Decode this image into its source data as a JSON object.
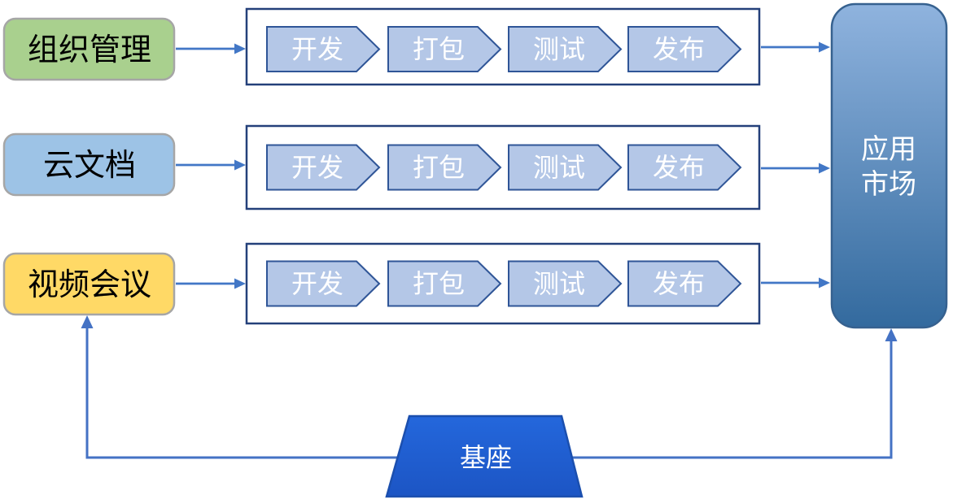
{
  "diagram": {
    "sources": [
      {
        "label": "组织管理",
        "fill": "#A9D08E"
      },
      {
        "label": "云文档",
        "fill": "#9DC3E6"
      },
      {
        "label": "视频会议",
        "fill": "#FFD966"
      }
    ],
    "pipeline_rows": [
      {
        "steps": [
          "开发",
          "打包",
          "测试",
          "发布"
        ]
      },
      {
        "steps": [
          "开发",
          "打包",
          "测试",
          "发布"
        ]
      },
      {
        "steps": [
          "开发",
          "打包",
          "测试",
          "发布"
        ]
      }
    ],
    "market": {
      "line1": "应用",
      "line2": "市场"
    },
    "base": {
      "label": "基座"
    },
    "colors": {
      "background": "#FFFFFF",
      "source_border": "#A6A6A6",
      "source_text": "#000000",
      "pipeline_container_border": "#24407A",
      "chevron_fill": "#B4C7E7",
      "chevron_border": "#2F5597",
      "chevron_text": "#FFFFFF",
      "arrow": "#4277C6",
      "feedback_arrow": "#4472C4",
      "market_gradient_top": "#8FB3DE",
      "market_gradient_bottom": "#336A9E",
      "market_border": "#36618F",
      "market_text": "#FFFFFF",
      "base_gradient_top": "#2467DC",
      "base_gradient_bottom": "#1C55C4",
      "base_border": "#1B4FAE",
      "base_text": "#FFFFFF"
    }
  }
}
